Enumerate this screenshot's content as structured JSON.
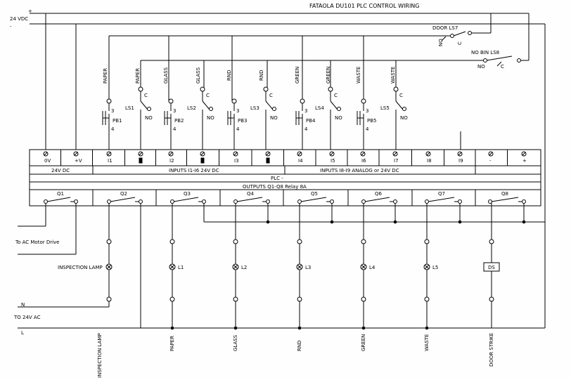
{
  "title": "FATAOLA DU101 PLC CONTROL WIRING",
  "supply": {
    "plus": "+",
    "minus": "-",
    "voltage": "24 VDC"
  },
  "door_switch": {
    "name": "DOOR LS7",
    "no": "NO",
    "c": "C"
  },
  "bin_switch": {
    "name": "NO BIN LS8",
    "no": "NO",
    "c": "C"
  },
  "channels": [
    {
      "pb_label": "PAPER",
      "pb_name": "PB1",
      "pb_top": "3",
      "pb_bottom": "4",
      "ls_label": "PAPER",
      "ls_name": "LS1",
      "ls_c": "C",
      "ls_no": "NO",
      "lamp": "L1",
      "out_label": "PAPER"
    },
    {
      "pb_label": "GLASS",
      "pb_name": "PB2",
      "pb_top": "3",
      "pb_bottom": "4",
      "ls_label": "GLASS",
      "ls_name": "LS2",
      "ls_c": "C",
      "ls_no": "NO",
      "lamp": "L2",
      "out_label": "GLASS"
    },
    {
      "pb_label": "RND",
      "pb_name": "PB3",
      "pb_top": "3",
      "pb_bottom": "4",
      "ls_label": "RND",
      "ls_name": "LS3",
      "ls_c": "C",
      "ls_no": "NO",
      "lamp": "L3",
      "out_label": "RND"
    },
    {
      "pb_label": "GREEN",
      "pb_name": "PB4",
      "pb_top": "3",
      "pb_bottom": "4",
      "ls_label": "GREEN",
      "ls_name": "LS4",
      "ls_c": "C",
      "ls_no": "NO",
      "lamp": "L4",
      "out_label": "GREEN"
    },
    {
      "pb_label": "WASTE",
      "pb_name": "PB5",
      "pb_top": "3",
      "pb_bottom": "4",
      "ls_label": "WASTE",
      "ls_name": "LS5",
      "ls_c": "C",
      "ls_no": "NO",
      "lamp": "L5",
      "out_label": "WASTE"
    }
  ],
  "plc": {
    "terminals": [
      "0V",
      "+V",
      "I1",
      "",
      "I2",
      "",
      "I3",
      "",
      "I4",
      "I5",
      "I6",
      "I7",
      "I8",
      "I9",
      "-",
      "+"
    ],
    "power_label": "24V DC",
    "inputs_1": "INPUTS I1-I6 24V DC",
    "inputs_2": "INPUTS I8-I9 ANALOG or 24V DC",
    "plc_label": "PLC -",
    "outputs_label": "OUTPUTS Q1-Q8 Relay 8A",
    "outputs": [
      "Q1",
      "Q2",
      "Q3",
      "Q4",
      "Q5",
      "Q6",
      "Q7",
      "Q8"
    ]
  },
  "motor_text": "To AC Motor Drive",
  "inspection_lamp": "INSPECTION LAMP",
  "inspection_out_label": "INSPECTION LAMP",
  "ac_n": "N",
  "ac_supply": "TO 24V AC",
  "ac_l": "L",
  "door_strike_box": "DS",
  "door_strike_label": "DOOR STRIKE"
}
